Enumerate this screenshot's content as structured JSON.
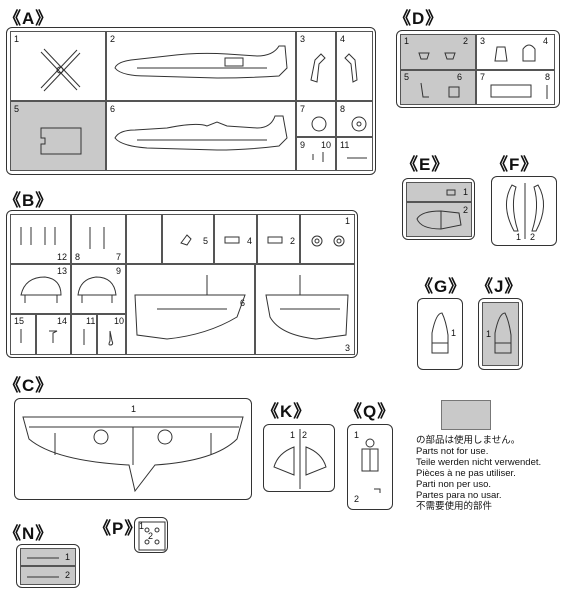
{
  "groups": {
    "A": {
      "label": "《A》",
      "parts": [
        "1",
        "2",
        "3",
        "4",
        "5",
        "6",
        "7",
        "8",
        "9",
        "10",
        "11"
      ]
    },
    "B": {
      "label": "《B》",
      "parts": [
        "1",
        "2",
        "3",
        "4",
        "5",
        "6",
        "7",
        "8",
        "9",
        "10",
        "11",
        "12",
        "13",
        "14",
        "15"
      ]
    },
    "C": {
      "label": "《C》",
      "parts": [
        "1"
      ]
    },
    "D": {
      "label": "《D》",
      "parts": [
        "1",
        "2",
        "3",
        "4",
        "5",
        "6",
        "7",
        "8"
      ]
    },
    "E": {
      "label": "《E》",
      "parts": [
        "1",
        "2"
      ]
    },
    "F": {
      "label": "《F》",
      "parts": [
        "1",
        "2"
      ]
    },
    "G": {
      "label": "《G》",
      "parts": [
        "1"
      ]
    },
    "J": {
      "label": "《J》",
      "parts": [
        "1"
      ]
    },
    "K": {
      "label": "《K》",
      "parts": [
        "1",
        "2"
      ]
    },
    "Q": {
      "label": "《Q》",
      "parts": [
        "1",
        "2"
      ]
    },
    "N": {
      "label": "《N》",
      "parts": [
        "1",
        "2"
      ]
    },
    "P": {
      "label": "《P》",
      "parts": [
        "1",
        "2"
      ]
    }
  },
  "legend": {
    "swatch_color": "#c9c9c9",
    "lines": [
      "の部品は使用しません。",
      "Parts not for use.",
      "Teile werden nicht verwendet.",
      "Pièces à ne pas utiliser.",
      "Parti non per uso.",
      "Partes para no usar.",
      "不需要使用的部件"
    ]
  }
}
